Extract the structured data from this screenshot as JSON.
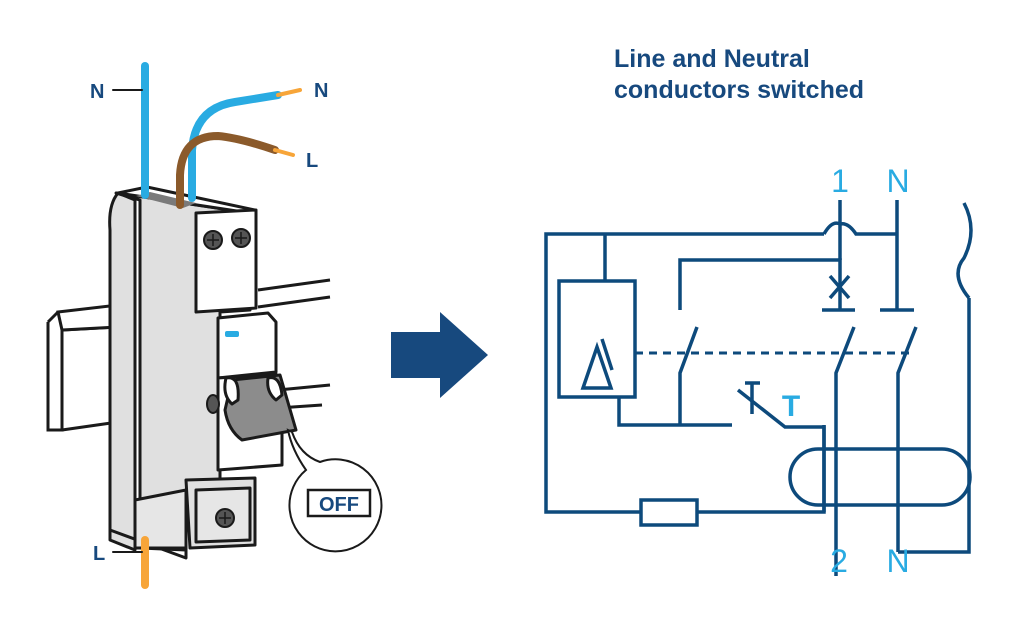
{
  "title": {
    "line1": "Line and Neutral",
    "line2": "conductors switched"
  },
  "colors": {
    "navy": "#17497e",
    "wire_blue": "#29abe2",
    "wire_brown": "#8b5a2b",
    "wire_orange": "#f7a539",
    "body_grey": "#e0e0e0",
    "lever_grey": "#8c8c8c",
    "schematic_line": "#0d4a7c",
    "schematic_label": "#29abe2"
  },
  "device": {
    "labels": {
      "neutral_top_left": "N",
      "neutral_top_right": "N",
      "line_top_right": "L",
      "line_bottom": "L"
    },
    "callout": "OFF"
  },
  "arrow": {
    "icon": "right-arrow-icon"
  },
  "schematic": {
    "terminal_top_1": "1",
    "terminal_top_n": "N",
    "terminal_bottom_2": "2",
    "terminal_bottom_n": "N",
    "test_button": "T"
  }
}
